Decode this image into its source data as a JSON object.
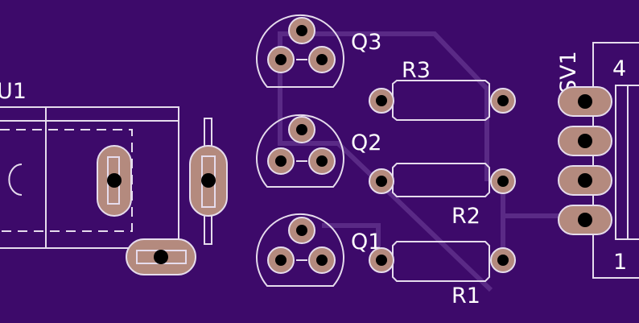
{
  "labels": {
    "U1": "U1",
    "Q1": "Q1",
    "Q2": "Q2",
    "Q3": "Q3",
    "R1": "R1",
    "R2": "R2",
    "R3": "R3",
    "SV1": "SV1",
    "pin4": "4",
    "pin1": "1"
  },
  "colors": {
    "board": "#3d0a6a",
    "trace": "#5a2a86",
    "silkscreen": "#e6dced",
    "pad": "#b48a7e",
    "drill": "#000000"
  }
}
